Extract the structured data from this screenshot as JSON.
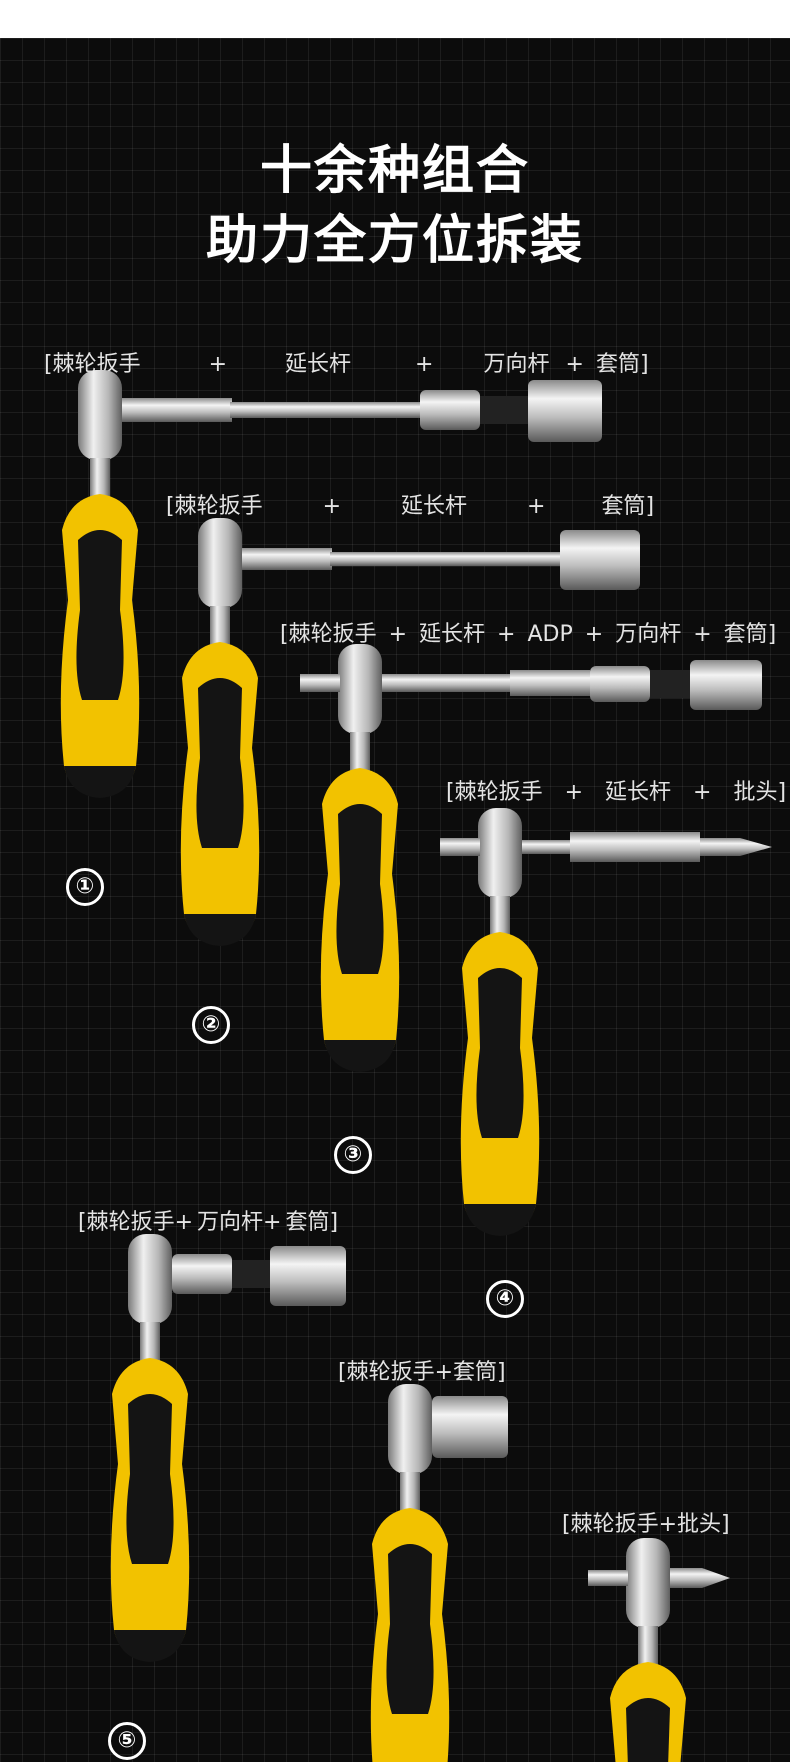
{
  "headline": {
    "line1": "十余种组合",
    "line2": "助力全方位拆装"
  },
  "combos": [
    {
      "number": "①",
      "label": [
        "[棘轮扳手",
        "+",
        "延长杆",
        "+",
        "万向杆",
        "+",
        "套筒]"
      ]
    },
    {
      "number": "②",
      "label": [
        "[棘轮扳手",
        "+",
        "延长杆",
        "+",
        "套筒]"
      ]
    },
    {
      "number": "③",
      "label": [
        "[棘轮扳手",
        "+",
        "延长杆",
        "+",
        "ADP",
        "+",
        "万向杆",
        "+",
        "套筒]"
      ]
    },
    {
      "number": "④",
      "label": [
        "[棘轮扳手",
        "+",
        "延长杆",
        "+",
        "批头]"
      ]
    },
    {
      "number": "⑤",
      "label": [
        "[棘轮扳手+",
        "万向杆+",
        "套筒]"
      ]
    },
    {
      "number": "",
      "label": [
        "[棘轮扳手+套筒]"
      ]
    },
    {
      "number": "",
      "label": [
        "[棘轮扳手+批头]"
      ]
    }
  ],
  "colors": {
    "background": "#0c0c0c",
    "handle_yellow": "#f2c200",
    "handle_black": "#141414",
    "chrome": "#d9d9d9"
  }
}
